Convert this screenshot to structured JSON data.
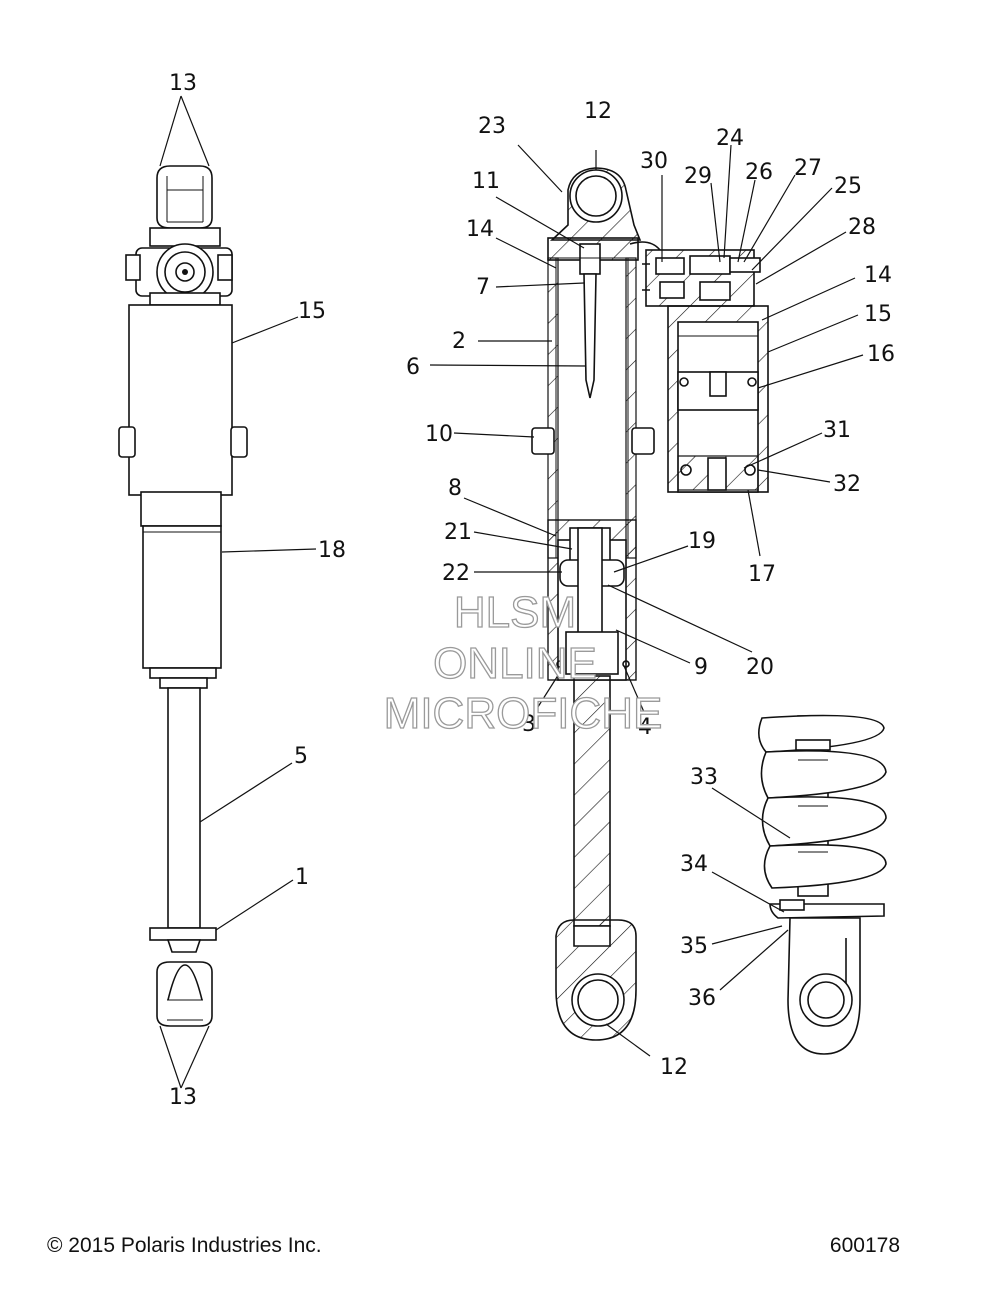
{
  "callouts": {
    "left": [
      "13",
      "15",
      "18",
      "5",
      "1",
      "13"
    ],
    "cutaway": [
      "12",
      "23",
      "11",
      "14",
      "7",
      "2",
      "6",
      "10",
      "8",
      "21",
      "22",
      "3",
      "4",
      "9",
      "20",
      "19",
      "12"
    ],
    "reservoir": [
      "30",
      "29",
      "24",
      "26",
      "27",
      "25",
      "28",
      "14",
      "15",
      "16",
      "31",
      "32",
      "17"
    ],
    "spring": [
      "33",
      "34",
      "35",
      "36"
    ]
  },
  "watermark": [
    "HLSM",
    "ONLINE",
    "MICROFICHE"
  ],
  "footer": {
    "copyright": "© 2015 Polaris Industries Inc.",
    "drawing_number": "600178"
  }
}
